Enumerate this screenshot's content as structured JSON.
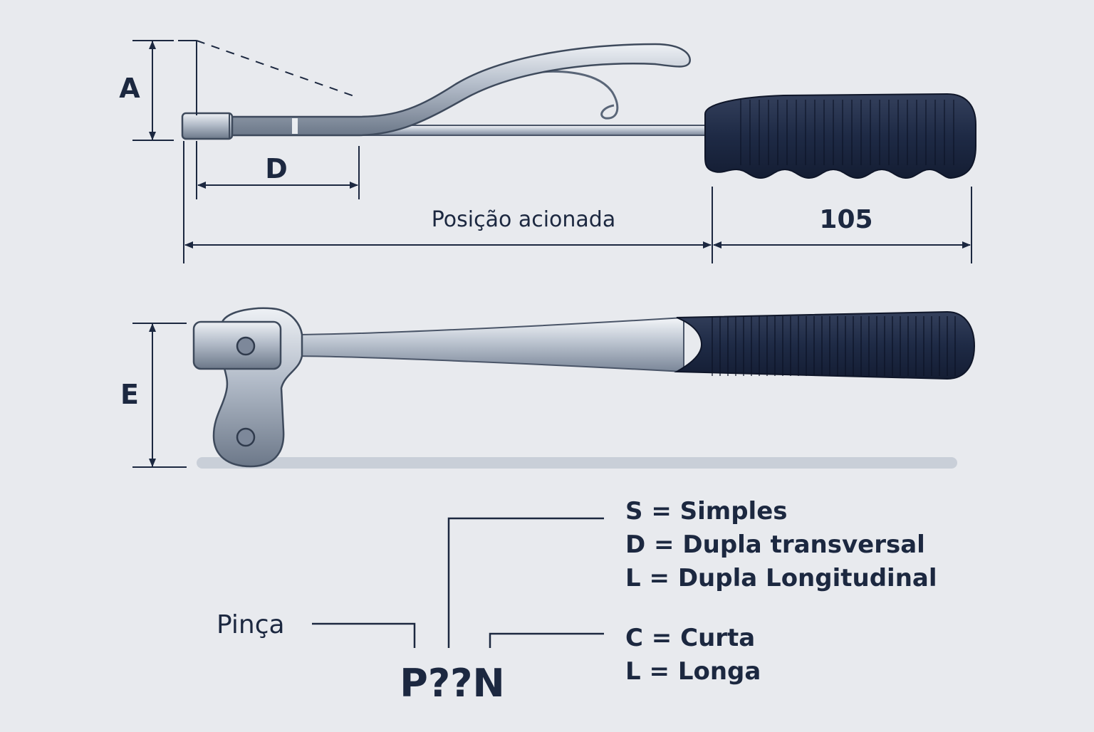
{
  "dimensions": {
    "a": "A",
    "d": "D",
    "e": "E",
    "actuated_position": "Posição acionada",
    "grip_length": "105"
  },
  "code_breakdown": {
    "prefix_label": "Pinça",
    "code": "P??N",
    "type_options": [
      "S = Simples",
      "D = Dupla transversal",
      "L = Dupla Longitudinal"
    ],
    "length_options": [
      "C = Curta",
      "L = Longa"
    ]
  },
  "colors": {
    "background": "#e8eaee",
    "ink": "#1c2840",
    "metal": "#8e9bad",
    "grip": "#1e2a45"
  }
}
